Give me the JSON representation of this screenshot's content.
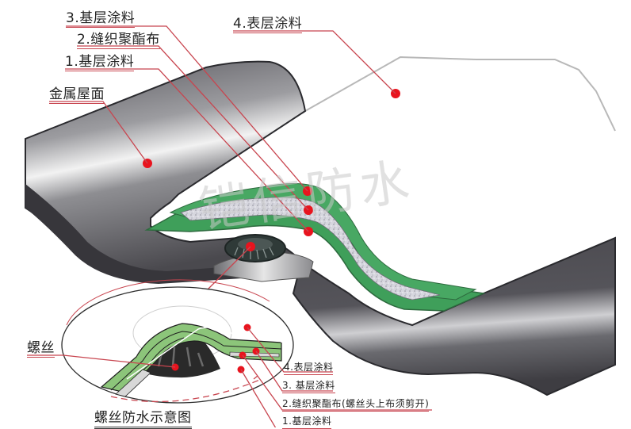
{
  "diagram": {
    "title": "螺丝防水示意图",
    "watermark": "铠信防水",
    "main_labels": [
      {
        "id": "layer3",
        "text": "3.基层涂料"
      },
      {
        "id": "layer2",
        "text": "2.缝织聚酯布"
      },
      {
        "id": "layer1",
        "text": "1.基层涂料"
      },
      {
        "id": "metal",
        "text": "金属屋面"
      },
      {
        "id": "layer4",
        "text": "4.表层涂料"
      }
    ],
    "inset_labels": [
      {
        "id": "screw",
        "text": "螺丝"
      },
      {
        "id": "inset4",
        "text": "4.表层涂料"
      },
      {
        "id": "inset3",
        "text": "3. 基层涂料"
      },
      {
        "id": "inset2",
        "text": "2.缝织聚酯布(螺丝头上布须剪开)"
      },
      {
        "id": "inset1",
        "text": "1.基层涂料"
      }
    ],
    "colors": {
      "leader": "#c8454f",
      "marker": "#e8141e",
      "metal_dark": "#4a494e",
      "metal_light": "#d8d8da",
      "green_coating": "#3f9f5a",
      "inset_green": "#8cc57a",
      "fabric": "#c9c9d2"
    }
  }
}
